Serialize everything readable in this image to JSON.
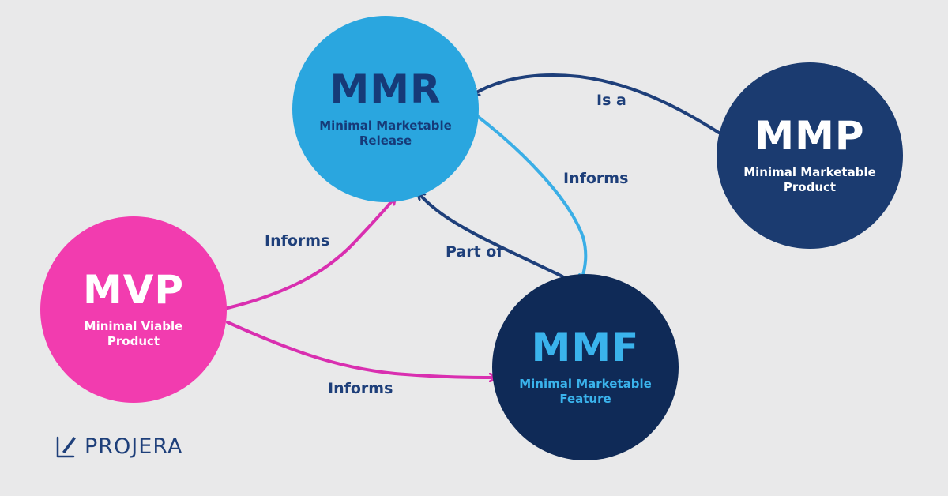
{
  "nodes": {
    "mmr": {
      "abbr": "MMR",
      "full": "Minimal Marketable\nRelease"
    },
    "mmp": {
      "abbr": "MMP",
      "full": "Minimal Marketable\nProduct"
    },
    "mvp": {
      "abbr": "MVP",
      "full": "Minimal Viable\nProduct"
    },
    "mmf": {
      "abbr": "MMF",
      "full": "Minimal Marketable\nFeature"
    }
  },
  "edges": {
    "mmp_to_mmr": "Is a",
    "mmr_to_mmf": "Informs",
    "mmf_to_mmr": "Part of",
    "mvp_to_mmr": "Informs",
    "mvp_to_mmf": "Informs"
  },
  "colors": {
    "background": "#e9e9ea",
    "mmr": "#2aa6df",
    "mmp": "#1b3b70",
    "mvp": "#f23caf",
    "mmf": "#0f2a57",
    "label_text": "#1e3f7a",
    "arrow_pink": "#d92fb0",
    "arrow_light_blue": "#3aaee6",
    "arrow_dark_blue": "#1e3f7a"
  },
  "logo": {
    "text": "PROJERA",
    "icon": "pen-square-icon"
  }
}
